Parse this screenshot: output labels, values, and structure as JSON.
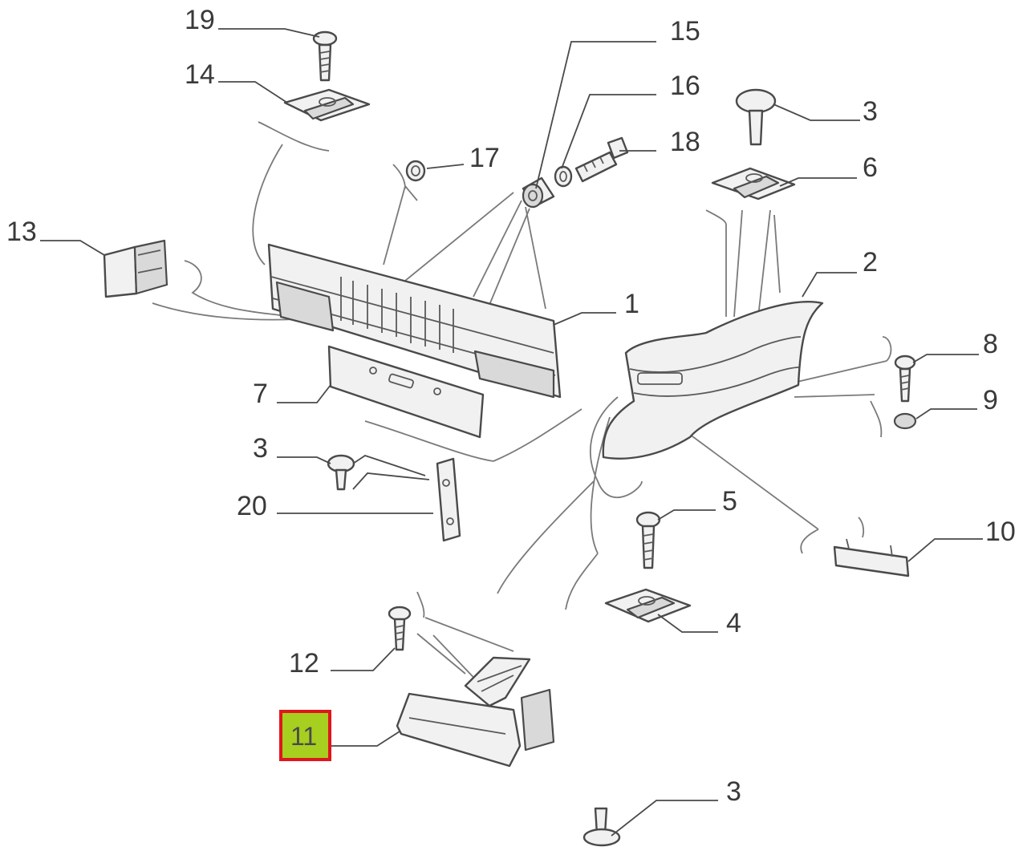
{
  "callouts": {
    "c1": "1",
    "c2": "2",
    "c3a": "3",
    "c3b": "3",
    "c3c": "3",
    "c4": "4",
    "c5": "5",
    "c6": "6",
    "c7": "7",
    "c8": "8",
    "c9": "9",
    "c10": "10",
    "c11": "11",
    "c12": "12",
    "c13": "13",
    "c14": "14",
    "c15": "15",
    "c16": "16",
    "c17": "17",
    "c18": "18",
    "c19": "19",
    "c20": "20"
  },
  "highlight": {
    "callout": "11",
    "fill_color": "#a6cf1f",
    "border_color": "#e0161d"
  }
}
